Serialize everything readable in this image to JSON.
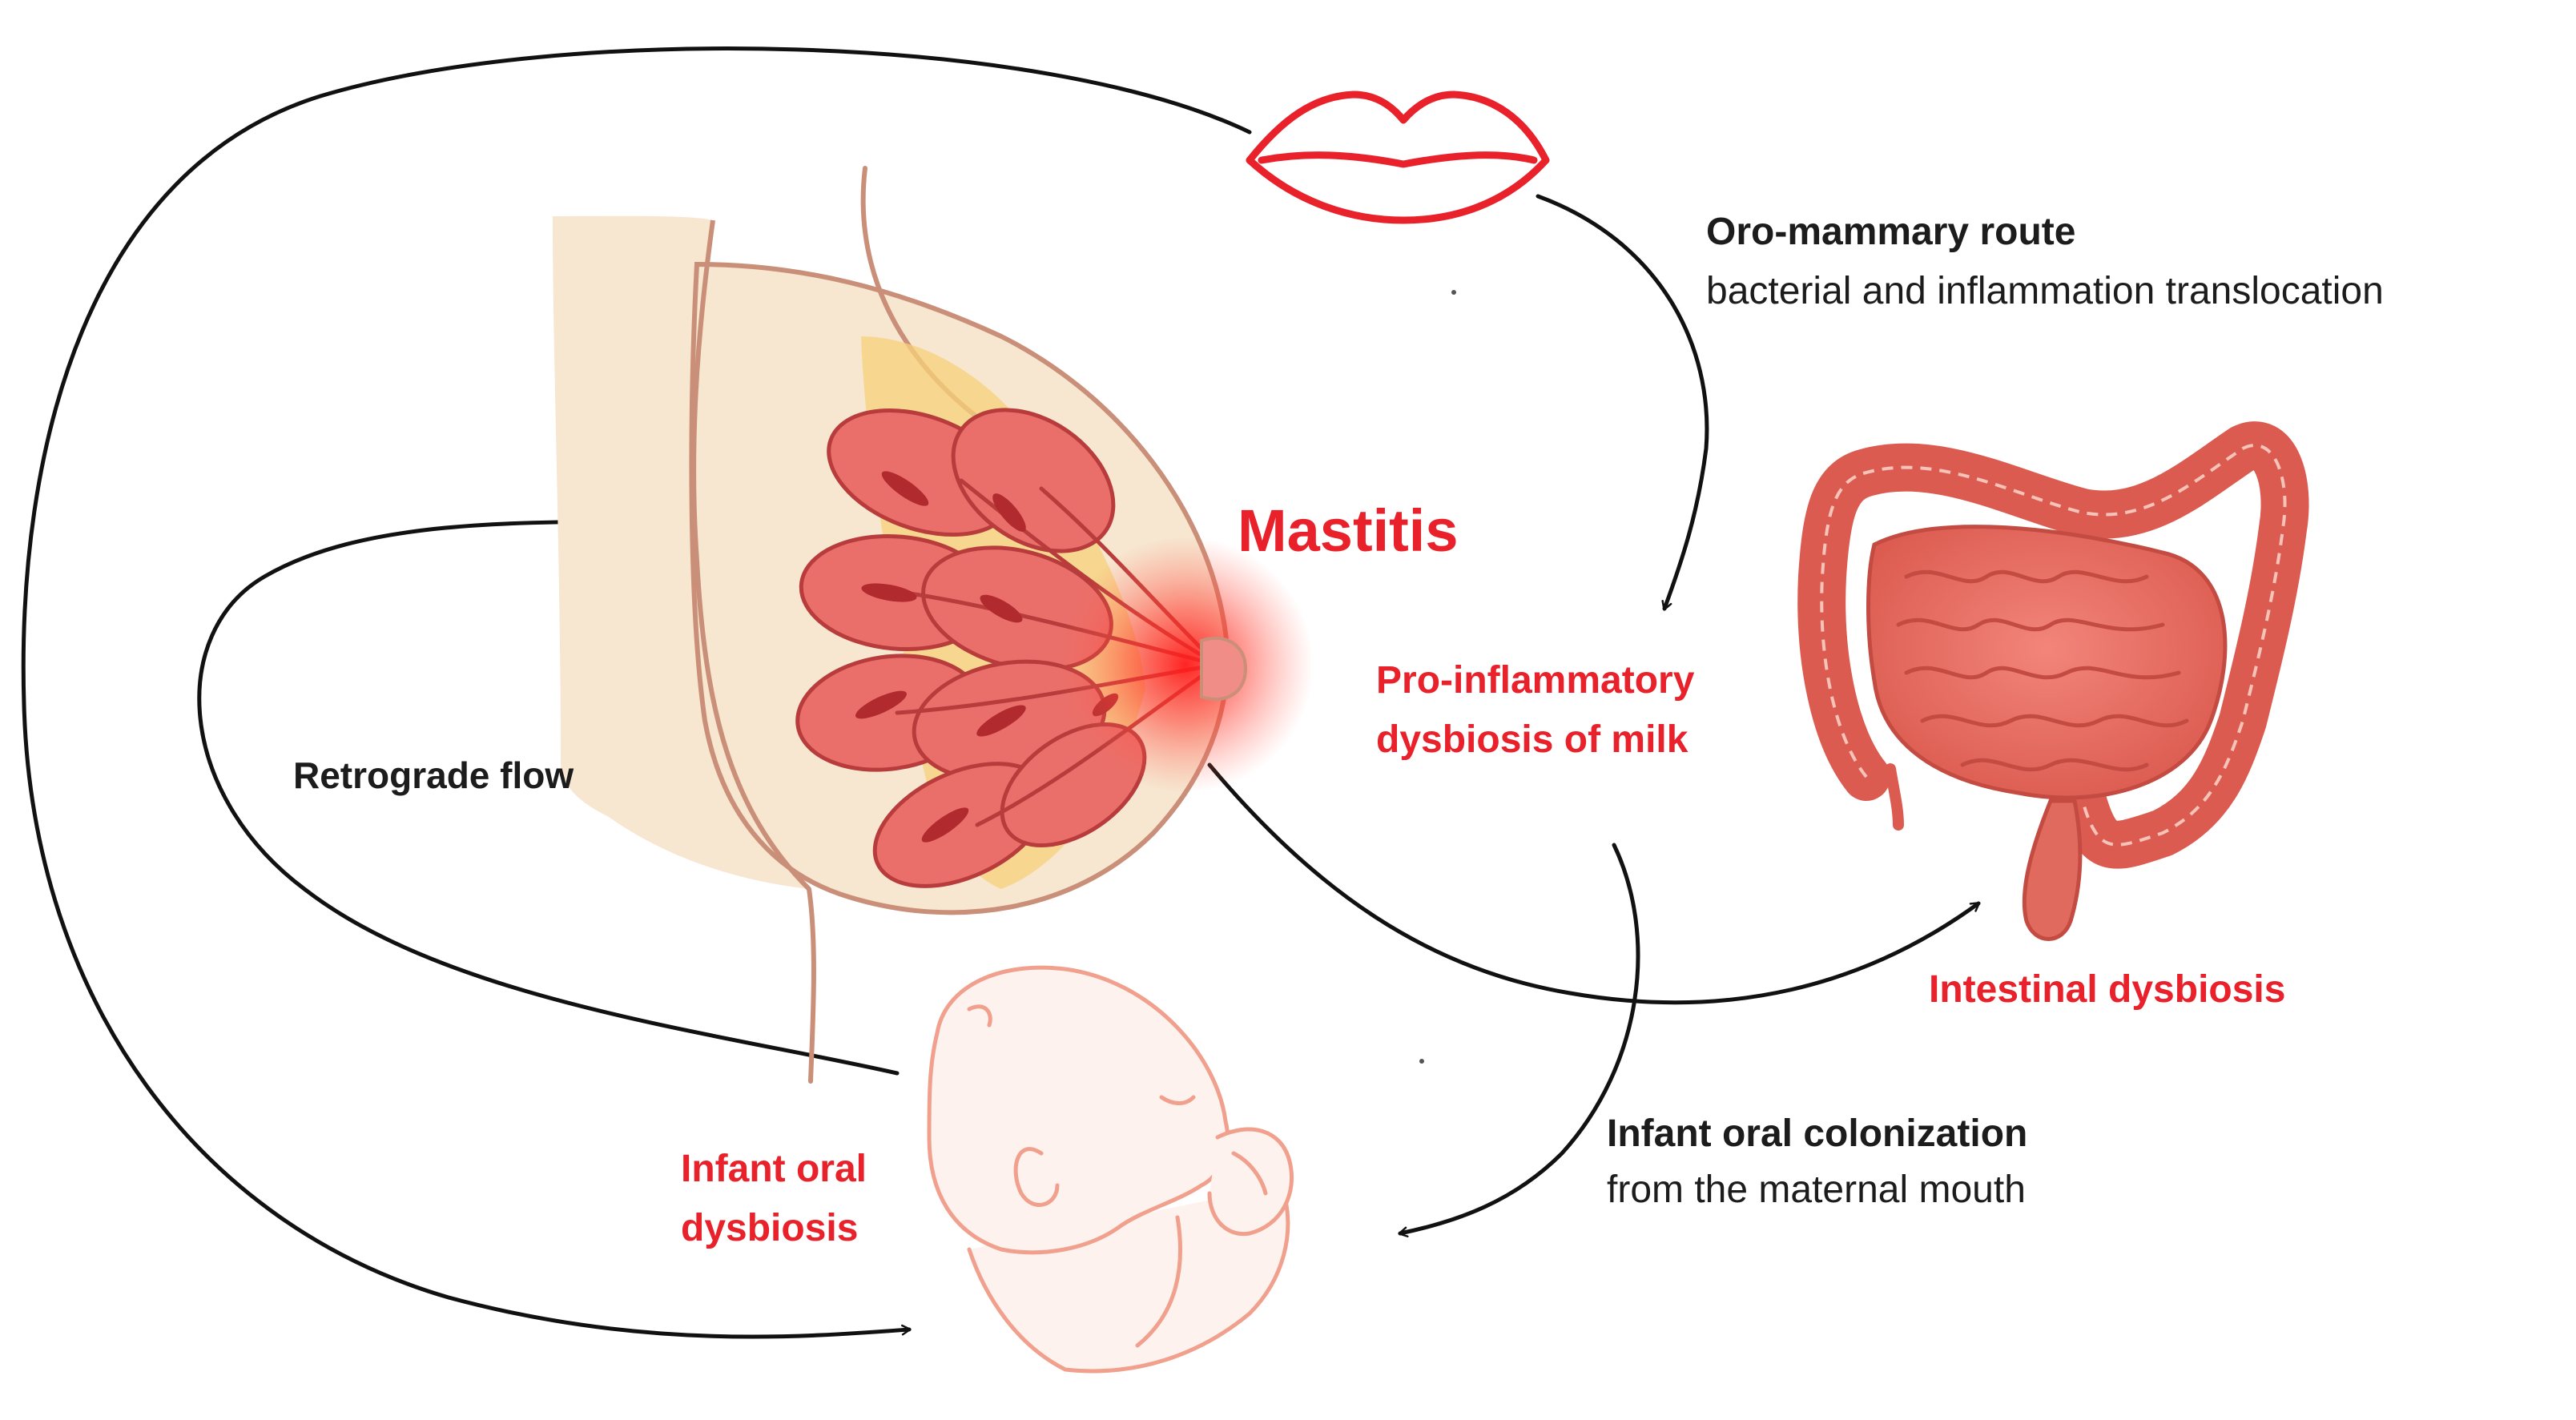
{
  "colors": {
    "accent_red": "#e8212a",
    "text_dark": "#1c1c1c",
    "arrow": "#111111",
    "skin": "#f7e6d0",
    "skin_edge": "#c98f79",
    "tissue": "#ea6f6a",
    "tissue_dark": "#b83c3b",
    "fat": "#f7d27a",
    "intestine": "#ec7466",
    "infant_line": "#f0a08c"
  },
  "labels": {
    "mastitis": "Mastitis",
    "oro_route_title": "Oro-mammary route",
    "oro_route_desc": "bacterial and inflammation translocation",
    "milk_dysbiosis_line1": "Pro-inflammatory",
    "milk_dysbiosis_line2": "dysbiosis of milk",
    "intestinal_dysbiosis": "Intestinal dysbiosis",
    "retrograde_flow": "Retrograde flow",
    "infant_oral_colonization_title": "Infant oral colonization",
    "infant_oral_colonization_desc": "from the maternal mouth",
    "infant_oral_dysbiosis_line1": "Infant oral",
    "infant_oral_dysbiosis_line2": "dysbiosis"
  },
  "icons": [
    "lips-icon",
    "breast-icon",
    "intestine-icon",
    "infant-icon"
  ]
}
